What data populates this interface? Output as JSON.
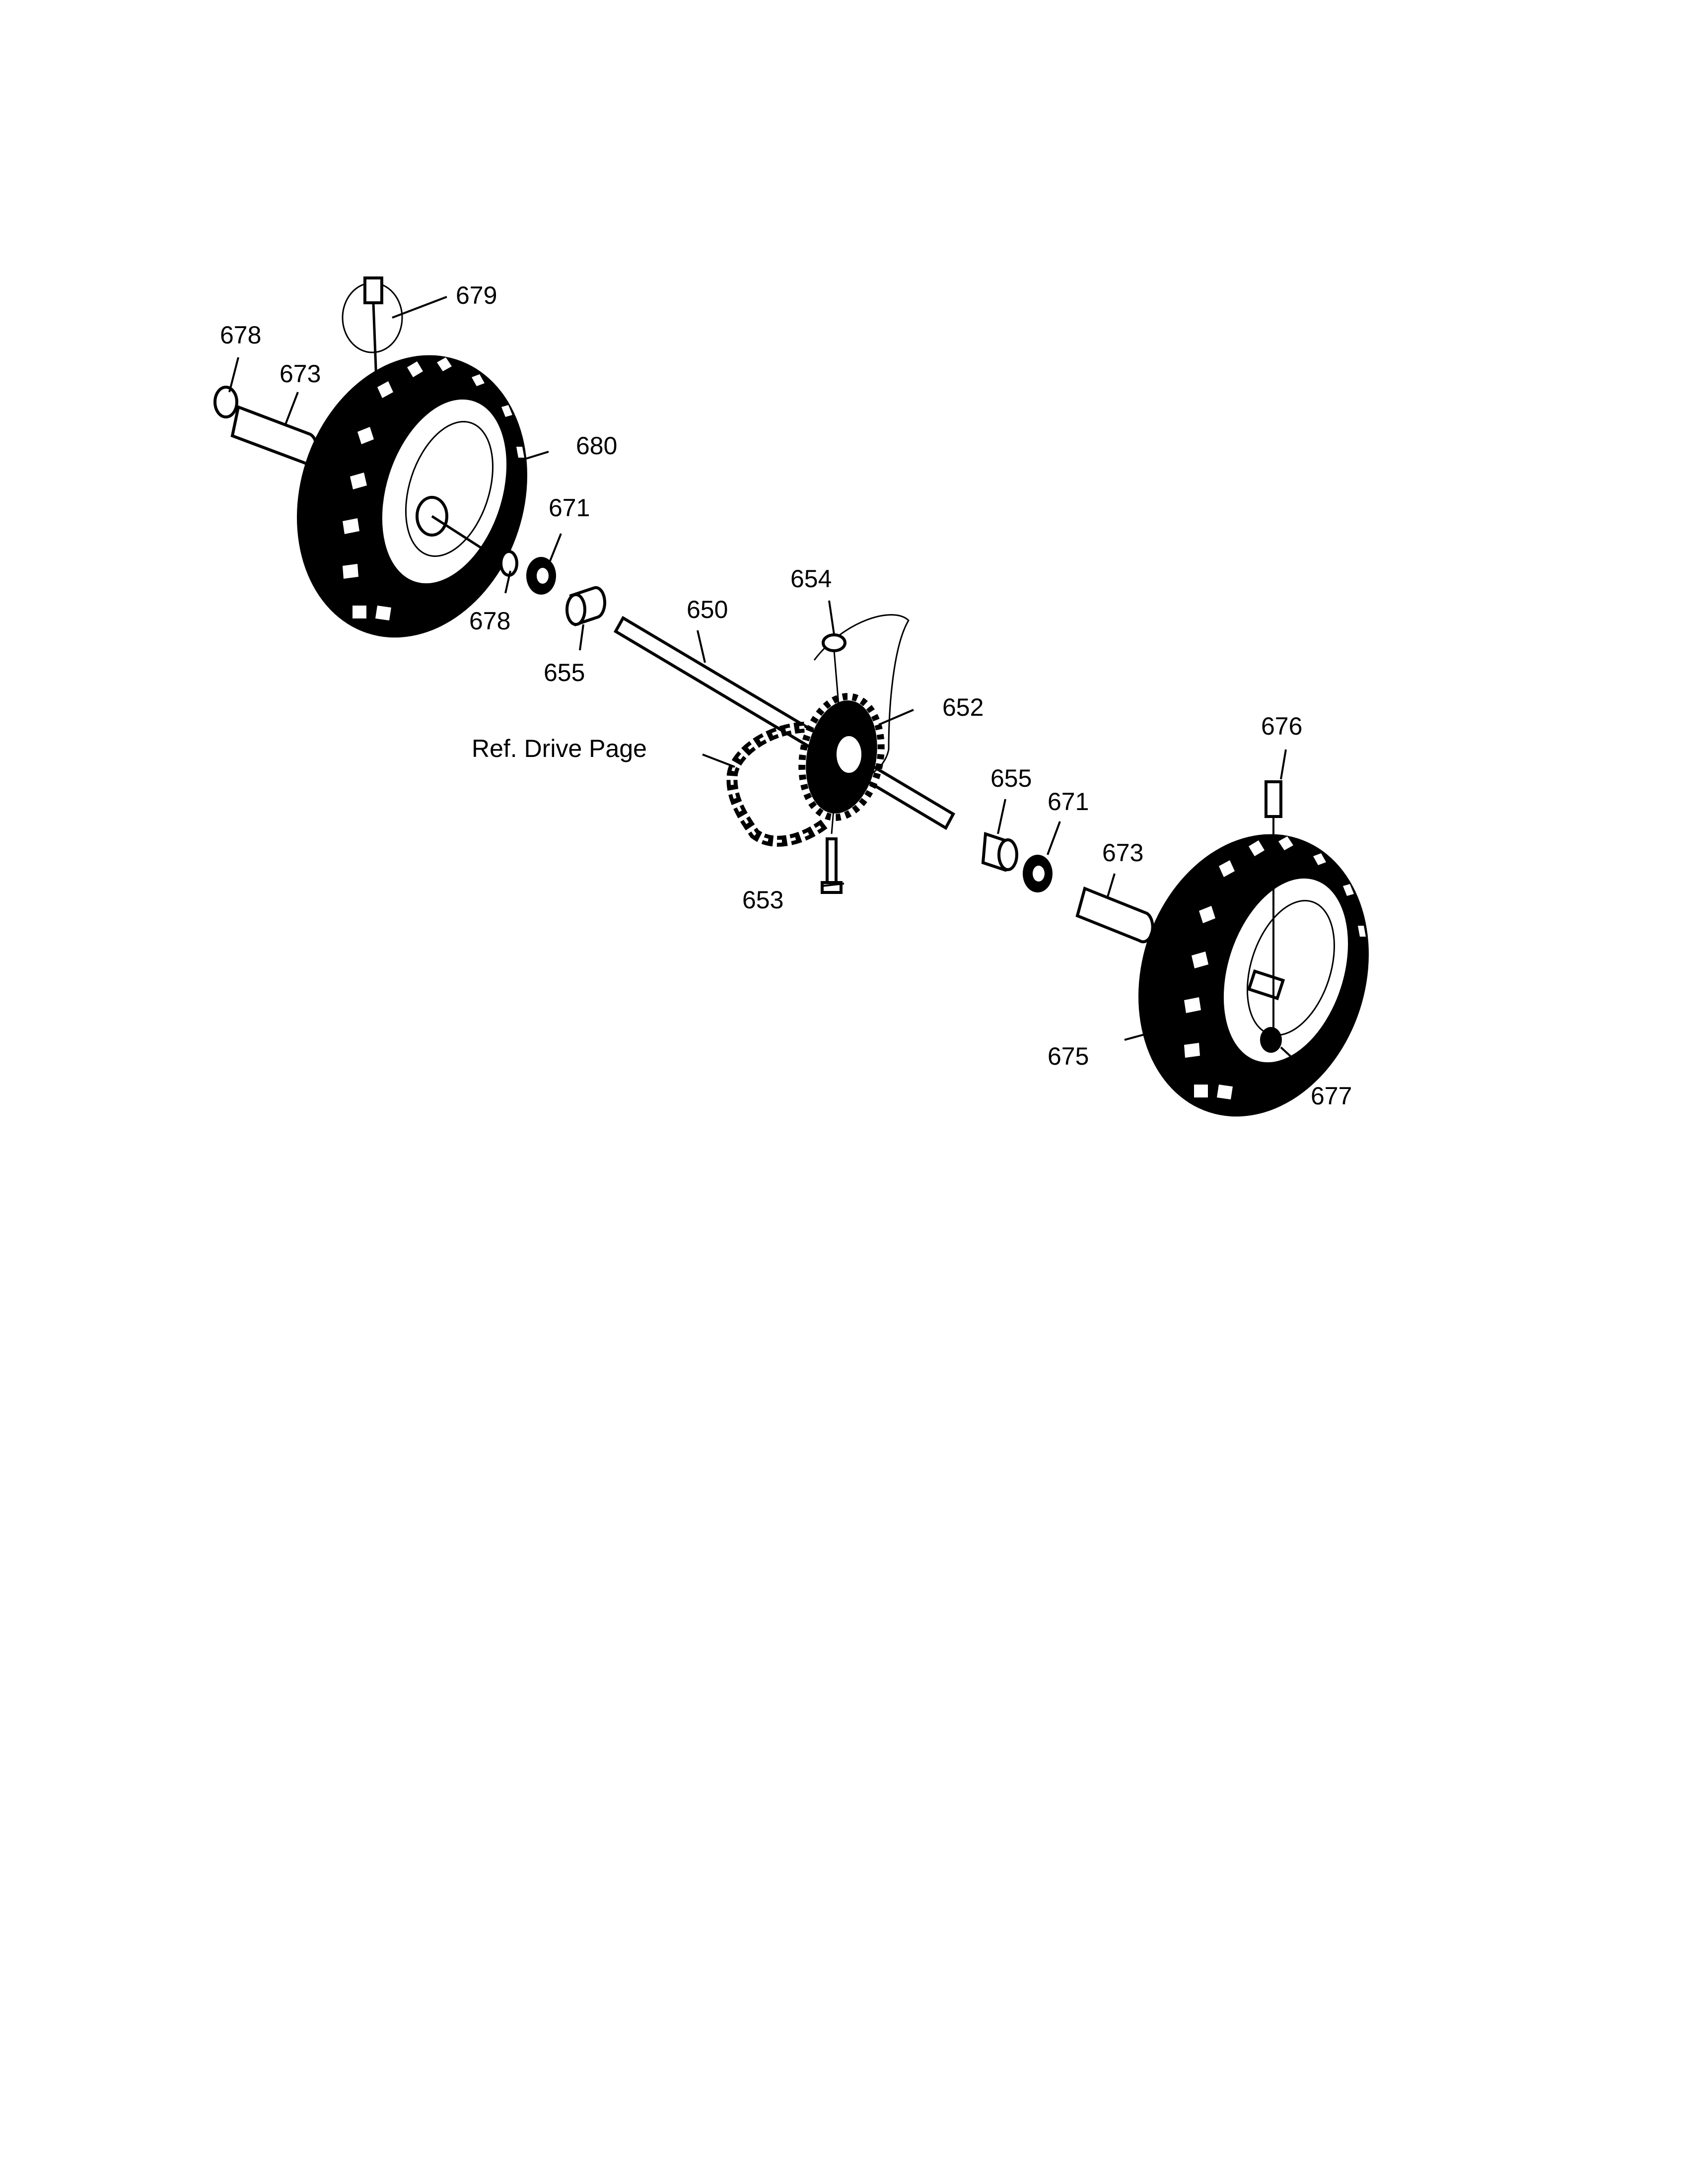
{
  "callouts": {
    "c679": "679",
    "c678a": "678",
    "c673a": "673",
    "c680": "680",
    "c671a": "671",
    "c678b": "678",
    "c655a": "655",
    "c650": "650",
    "c654": "654",
    "c652": "652",
    "c_ref": "Ref. Drive Page",
    "c653": "653",
    "c655b": "655",
    "c671b": "671",
    "c673b": "673",
    "c676": "676",
    "c675": "675",
    "c677": "677"
  }
}
